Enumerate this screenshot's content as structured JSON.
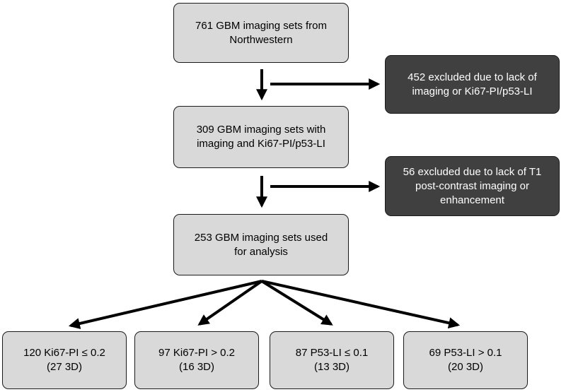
{
  "flowchart": {
    "main": [
      {
        "id": "start",
        "text": "761 GBM imaging sets from\nNorthwestern"
      },
      {
        "id": "mid",
        "text": "309 GBM imaging sets with\nimaging and Ki67-PI/p53-LI"
      },
      {
        "id": "final",
        "text": "253 GBM imaging sets used\nfor analysis"
      }
    ],
    "excluded": [
      {
        "id": "excl1",
        "text": "452 excluded due to lack of\nimaging or Ki67-PI/p53-LI"
      },
      {
        "id": "excl2",
        "text": "56 excluded due to lack of T1\npost-contrast imaging or\nenhancement"
      }
    ],
    "groups": [
      {
        "id": "g1",
        "text": "120 Ki67-PI ≤ 0.2\n(27 3D)"
      },
      {
        "id": "g2",
        "text": "97 Ki67-PI > 0.2\n(16 3D)"
      },
      {
        "id": "g3",
        "text": "87 P53-LI ≤ 0.1\n(13 3D)"
      },
      {
        "id": "g4",
        "text": "69 P53-LI > 0.1\n(20 3D)"
      }
    ]
  },
  "colors": {
    "light_box_fill": "#d9d9d9",
    "dark_box_fill": "#404040",
    "outline": "#1a1a1a",
    "arrow": "#000000"
  }
}
